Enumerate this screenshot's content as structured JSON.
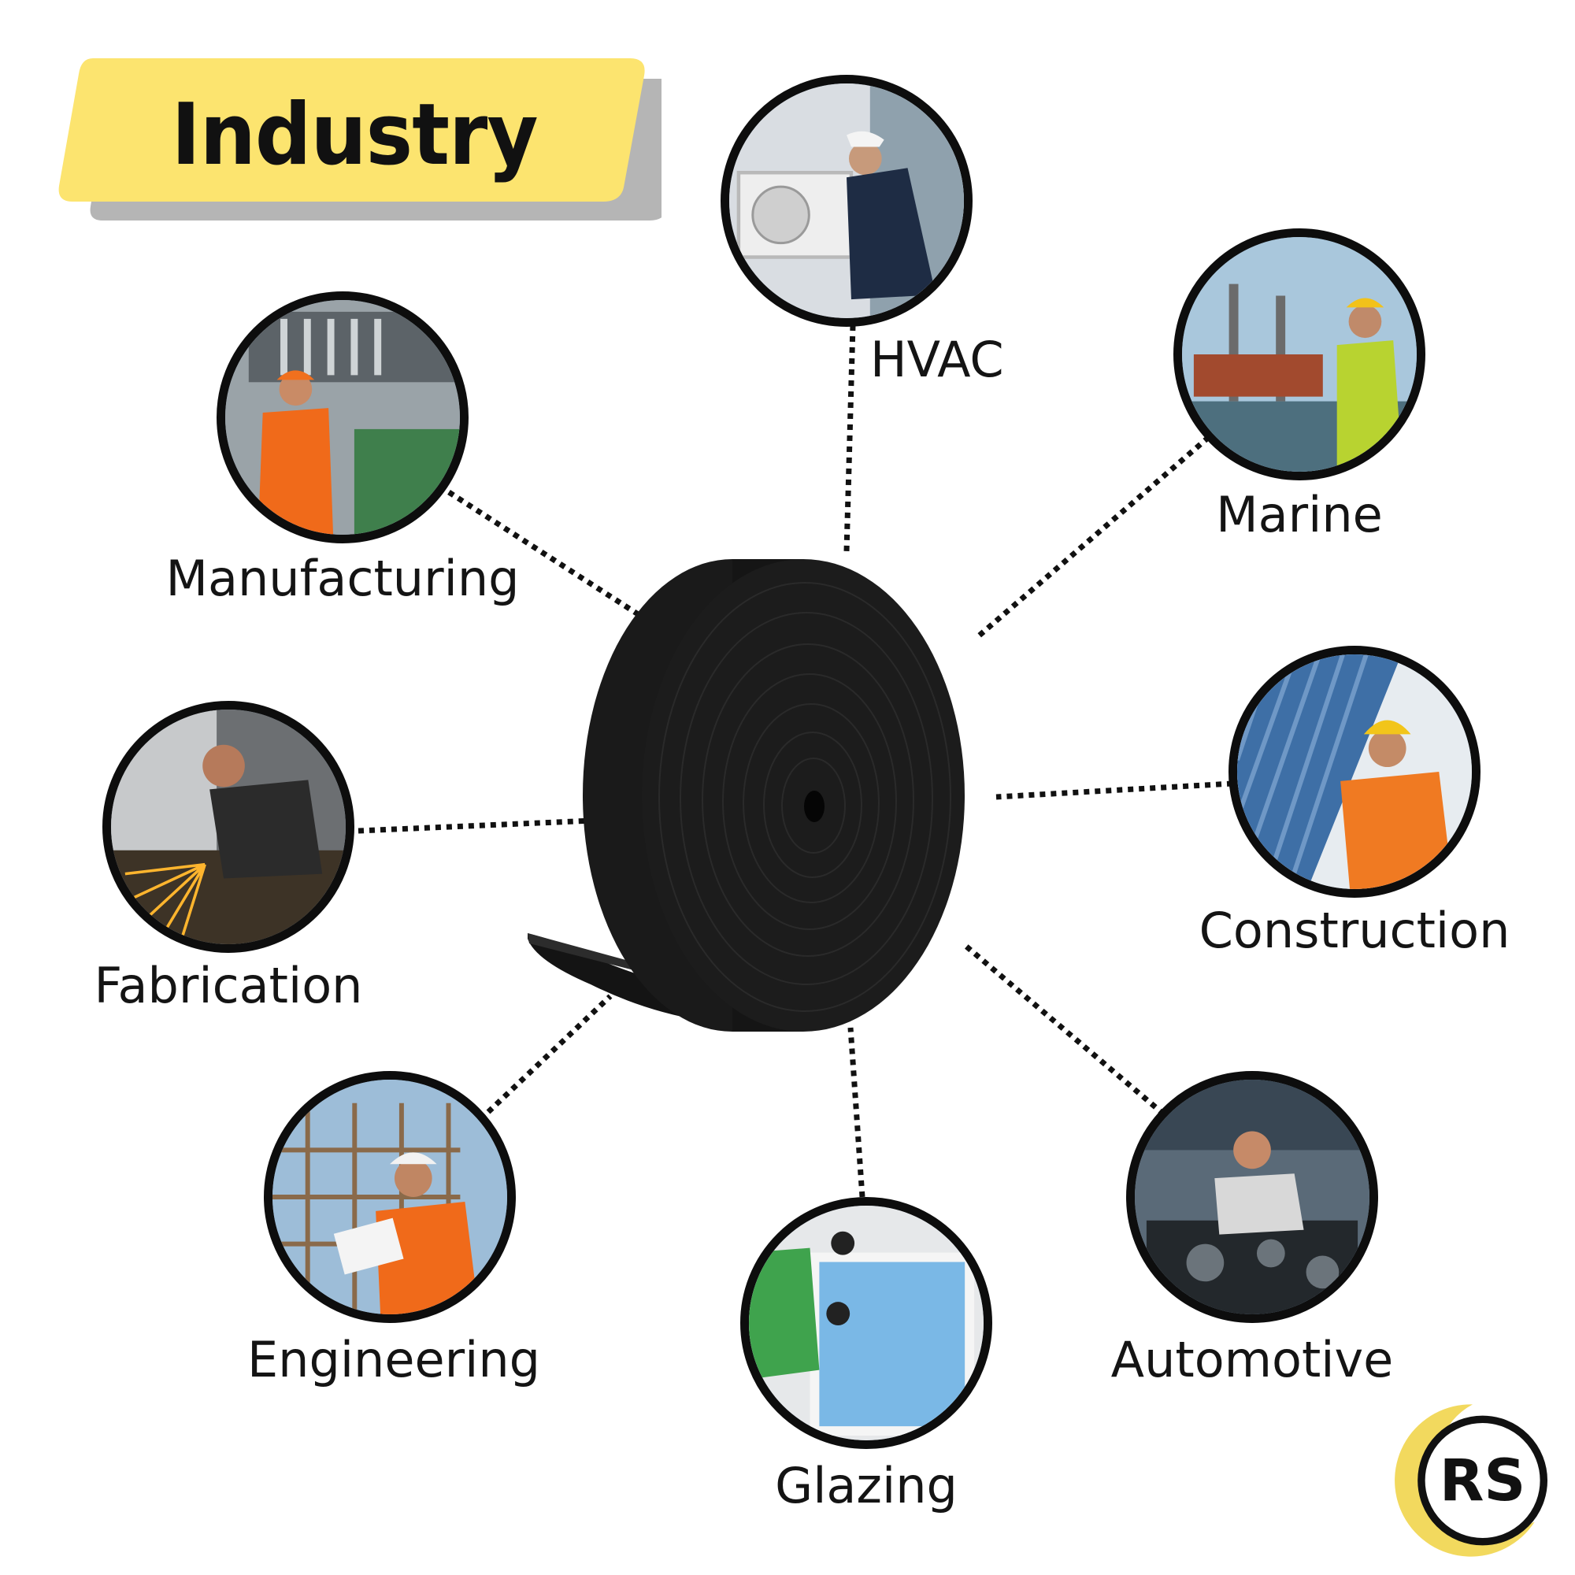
{
  "header": {
    "title": "Industry"
  },
  "industries": [
    {
      "id": "hvac",
      "label": "HVAC",
      "icon": "hvac-technician-photo"
    },
    {
      "id": "marine",
      "label": "Marine",
      "icon": "port-inspector-photo"
    },
    {
      "id": "manufacturing",
      "label": "Manufacturing",
      "icon": "factory-worker-photo"
    },
    {
      "id": "construction",
      "label": "Construction",
      "icon": "roofer-photo"
    },
    {
      "id": "fabrication",
      "label": "Fabrication",
      "icon": "metal-grinding-photo"
    },
    {
      "id": "engineering",
      "label": "Engineering",
      "icon": "site-engineer-photo"
    },
    {
      "id": "glazing",
      "label": "Glazing",
      "icon": "window-installer-photo"
    },
    {
      "id": "automotive",
      "label": "Automotive",
      "icon": "mechanic-photo"
    }
  ],
  "product": {
    "icon": "rubber-strip-roll"
  },
  "brand": {
    "logo_text": "RS",
    "icon": "rs-logo-icon"
  },
  "colors": {
    "banner": "#FCE46F",
    "banner_shadow": "#B5B5B5",
    "logo_ring": "#F2D95E",
    "outline": "#0D0D0D"
  }
}
